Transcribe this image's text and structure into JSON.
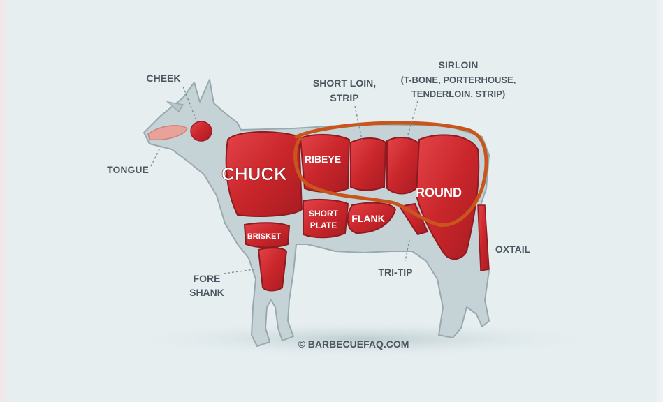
{
  "labels": {
    "cheek": "CHEEK",
    "tongue": "TONGUE",
    "short_loin_1": "SHORT LOIN,",
    "short_loin_2": "STRIP",
    "sirloin_1": "SIRLOIN",
    "sirloin_2": "(T-BONE, PORTERHOUSE,",
    "sirloin_3": "TENDERLOIN, STRIP)",
    "oxtail": "OXTAIL",
    "tri_tip": "TRI-TIP",
    "fore_shank_1": "FORE",
    "fore_shank_2": "SHANK"
  },
  "cuts": {
    "chuck": "CHUCK",
    "ribeye": "RIBEYE",
    "round": "ROUND",
    "short_plate_1": "SHORT",
    "short_plate_2": "PLATE",
    "flank": "FLANK",
    "brisket": "BRISKET"
  },
  "credit": "© BARBECUEFAQ.COM",
  "colors": {
    "background": "#e6eef0",
    "body": "#c5d3d7",
    "outline": "#95a6ac",
    "meat": "#c9262b",
    "meat_light": "#e2474b",
    "label_text": "#4b5760",
    "highlight": "#c8561c"
  }
}
